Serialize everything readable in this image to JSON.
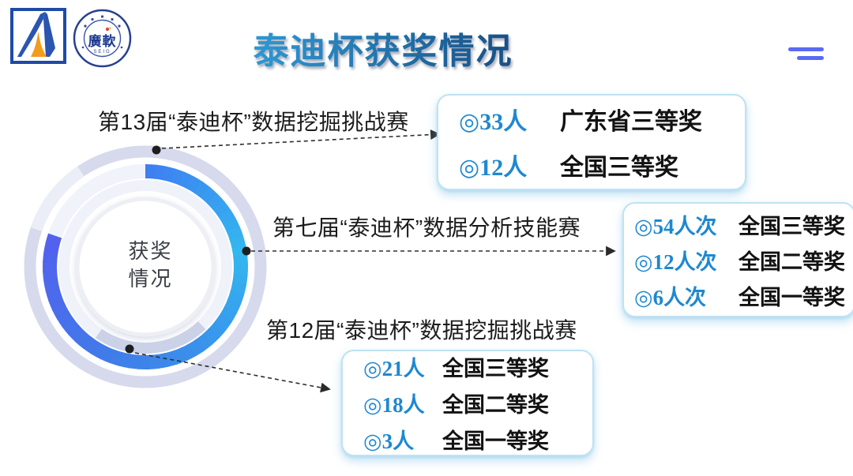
{
  "header": {
    "title": "泰迪杯获奖情况",
    "title_gradient": {
      "from": "#2f9fdb",
      "to": "#15497f"
    },
    "menu_icon_color": "#5a6bf2",
    "logos": {
      "square_logo": "school-mountain-logo",
      "seal_center_text": "廣軟",
      "seal_bottom_text": "SEIG"
    }
  },
  "diagram": {
    "center_label": [
      "获奖",
      "情况"
    ],
    "colors": {
      "ring_lavender": "#d6daec",
      "ring_light": "#eceef7",
      "ring_track": "#f1f3fa",
      "ring_track_inner": "#f0f2f9",
      "inner_lavender": "#cbd2e8",
      "arc_blue": "#3e7df1",
      "arc_cyan": "#33b7ef",
      "arc_indigo": "#5560ee",
      "connector": "#2b2b2b"
    }
  },
  "misc": {
    "bullet": "◎"
  },
  "items": [
    {
      "label": "第13届“泰迪杯”数据挖掘挑战赛",
      "awards": [
        {
          "count": "33人",
          "award": "广东省三等奖"
        },
        {
          "count": "12人",
          "award": "全国三等奖"
        }
      ]
    },
    {
      "label": "第七届“泰迪杯”数据分析技能赛",
      "awards": [
        {
          "count": "54人次",
          "award": "全国三等奖"
        },
        {
          "count": "12人次",
          "award": "全国二等奖"
        },
        {
          "count": "6人次",
          "award": "全国一等奖"
        }
      ]
    },
    {
      "label": "第12届“泰迪杯”数据挖掘挑战赛",
      "awards": [
        {
          "count": "21人",
          "award": "全国三等奖"
        },
        {
          "count": "18人",
          "award": "全国二等奖"
        },
        {
          "count": "3人",
          "award": "全国一等奖"
        }
      ]
    }
  ]
}
